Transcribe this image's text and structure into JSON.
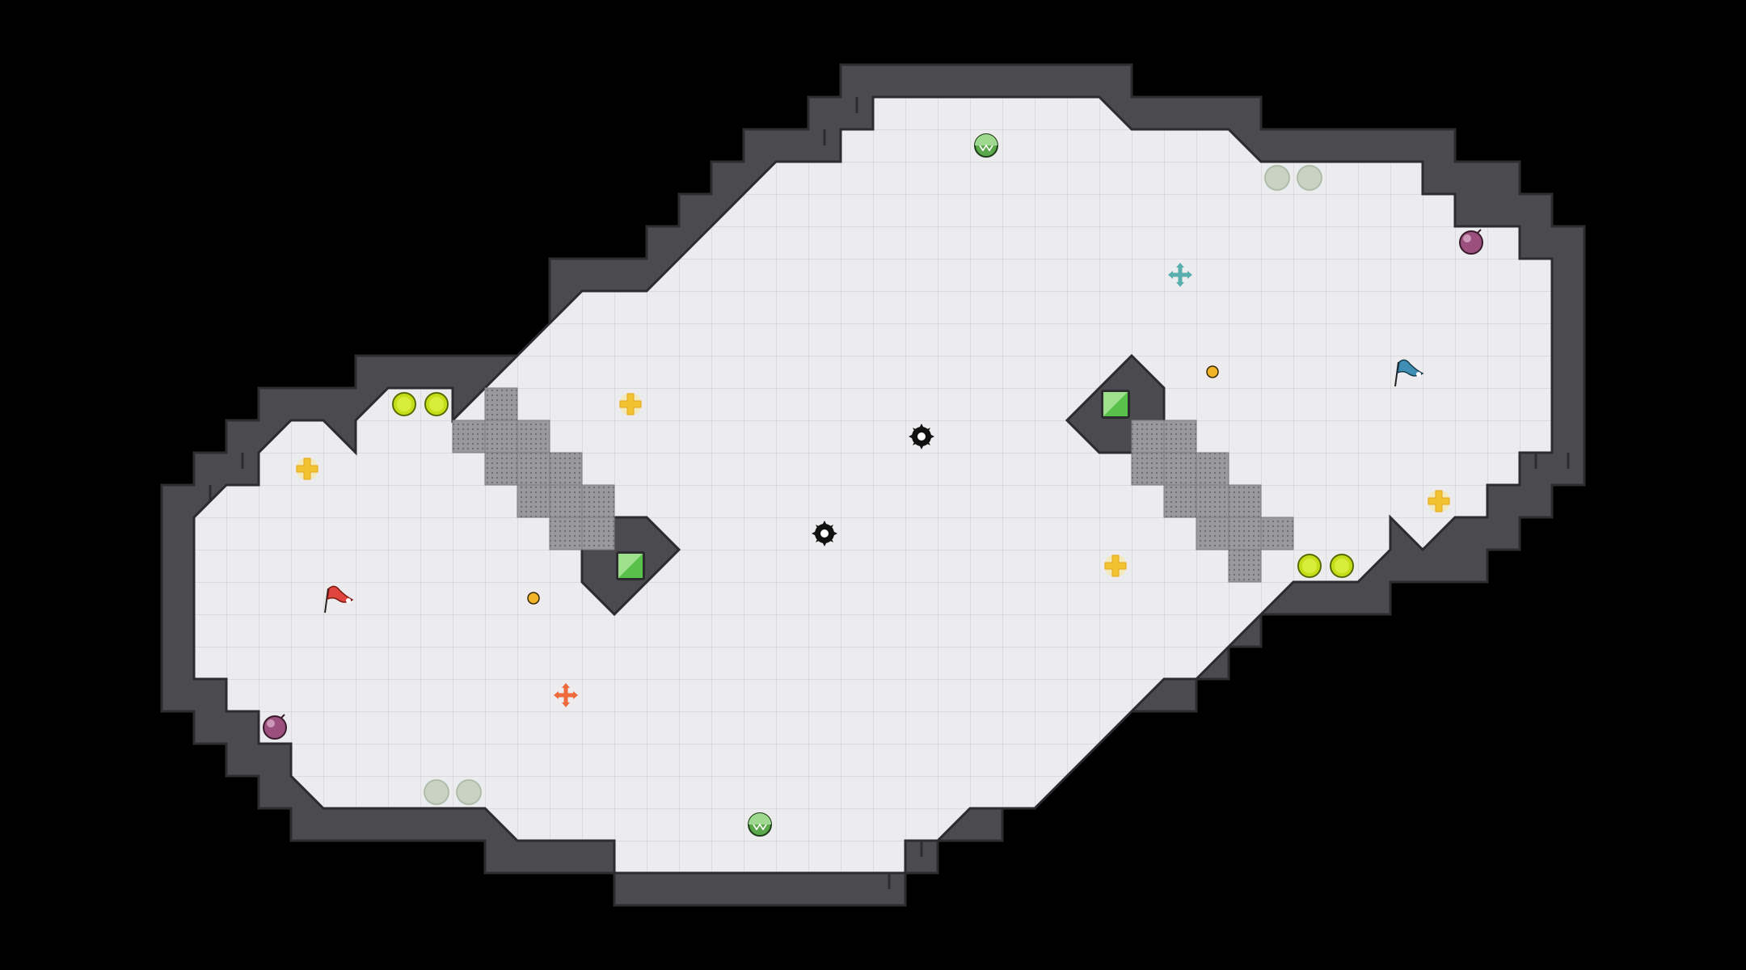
{
  "map": {
    "background_color": "#000000",
    "floor_color": "#ececee",
    "grid_color": "#d4d4d8",
    "wall_color": "#4a4a4f",
    "wall_edge_color": "#2c2c30",
    "tile_block_color": "#8a8a8e"
  },
  "objects": [
    {
      "kind": "flag",
      "team": "red",
      "icon": "red-flag-icon",
      "color": "#e0463e"
    },
    {
      "kind": "flag",
      "team": "blue",
      "icon": "blue-flag-icon",
      "color": "#3f8fb5"
    },
    {
      "kind": "powerup",
      "icon": "tagpro-powerup-icon",
      "color": "#5aa84a"
    },
    {
      "kind": "powerup",
      "icon": "tagpro-powerup-icon",
      "color": "#5aa84a"
    },
    {
      "kind": "bomb",
      "icon": "bomb-icon",
      "color": "#9a4f7c"
    },
    {
      "kind": "bomb",
      "icon": "bomb-icon",
      "color": "#9a4f7c"
    },
    {
      "kind": "spike",
      "icon": "spike-icon",
      "color": "#111111"
    },
    {
      "kind": "spike",
      "icon": "spike-icon",
      "color": "#111111"
    },
    {
      "kind": "boost",
      "team": "neutral",
      "icon": "yellow-boost-icon",
      "color": "#f2c230"
    },
    {
      "kind": "boost",
      "team": "red",
      "icon": "red-boost-icon",
      "color": "#ee6a3c"
    },
    {
      "kind": "boost",
      "team": "blue",
      "icon": "blue-boost-icon",
      "color": "#5aaeae"
    },
    {
      "kind": "gate",
      "icon": "green-gate-icon",
      "color": "#59c04a"
    },
    {
      "kind": "button",
      "icon": "button-icon",
      "color": "#f2b32a"
    },
    {
      "kind": "portal",
      "state": "active",
      "icon": "active-portal-icon",
      "color": "#c7df1a"
    },
    {
      "kind": "portal",
      "state": "inactive",
      "icon": "inactive-portal-icon",
      "color": "#c9d3c2"
    }
  ]
}
